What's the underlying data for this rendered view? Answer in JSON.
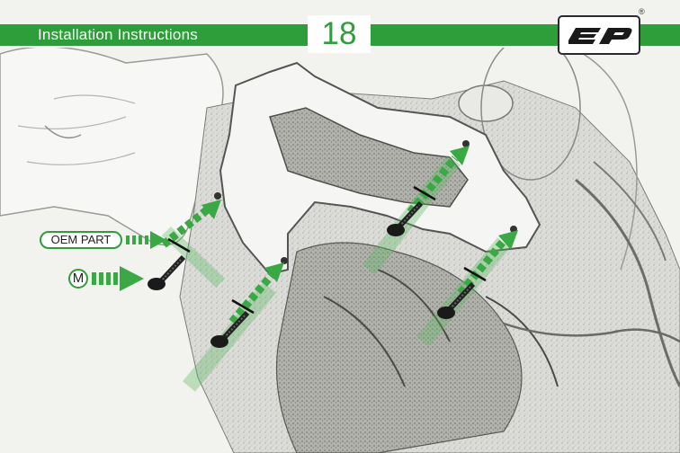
{
  "header": {
    "title": "Installation Instructions",
    "page_number": "18",
    "registered_mark": "®"
  },
  "logo": {
    "name": "ep-logo-icon",
    "lettering": "ep"
  },
  "callouts": {
    "oem_part_label": "OEM PART",
    "m_label": "M"
  },
  "colors": {
    "accent_green": "#2e9e3a",
    "arrow_green": "#3aa844",
    "stripe_green": "#57b95f"
  }
}
